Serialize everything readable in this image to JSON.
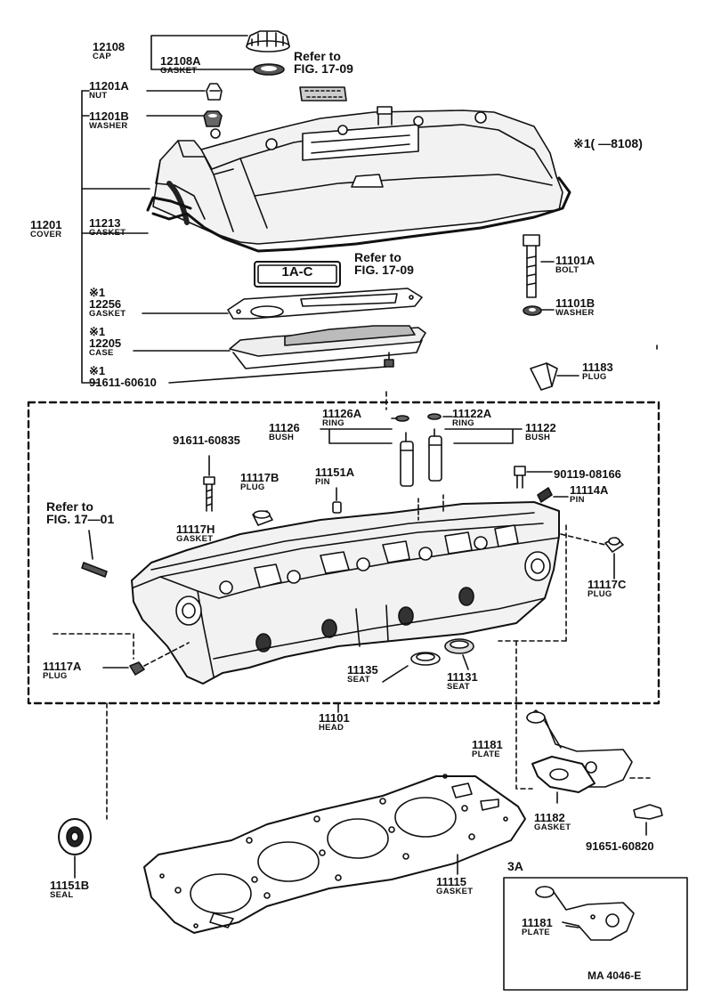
{
  "diagram": {
    "parts": {
      "p12108": {
        "num": "12108",
        "name": "CAP"
      },
      "p12108A": {
        "num": "12108A",
        "name": "GASKET"
      },
      "p11201A": {
        "num": "11201A",
        "name": "NUT"
      },
      "p11201B": {
        "num": "11201B",
        "name": "WASHER"
      },
      "p11201": {
        "num": "11201",
        "name": "COVER"
      },
      "p11213": {
        "num": "11213",
        "name": "GASKET"
      },
      "p12256": {
        "mark": "※1",
        "num": "12256",
        "name": "GASKET"
      },
      "p12205": {
        "mark": "※1",
        "num": "12205",
        "name": "CASE"
      },
      "p91611_60610": {
        "mark": "※1",
        "num": "91611-60610"
      },
      "p11101A": {
        "num": "11101A",
        "name": "BOLT"
      },
      "p11101B": {
        "num": "11101B",
        "name": "WASHER"
      },
      "p11183": {
        "num": "11183",
        "name": "PLUG"
      },
      "p11126": {
        "num": "11126",
        "name": "BUSH"
      },
      "p11126A": {
        "num": "11126A",
        "name": "RING"
      },
      "p11122A": {
        "num": "11122A",
        "name": "RING"
      },
      "p11122": {
        "num": "11122",
        "name": "BUSH"
      },
      "p91611_60835": {
        "num": "91611-60835"
      },
      "p11117B": {
        "num": "11117B",
        "name": "PLUG"
      },
      "p11151A": {
        "num": "11151A",
        "name": "PIN"
      },
      "p90119_08166": {
        "num": "90119-08166"
      },
      "p11114A": {
        "num": "11114A",
        "name": "PIN"
      },
      "p11117H": {
        "num": "11117H",
        "name": "GASKET"
      },
      "p11117C": {
        "num": "11117C",
        "name": "PLUG"
      },
      "p11117A": {
        "num": "11117A",
        "name": "PLUG"
      },
      "p11135": {
        "num": "11135",
        "name": "SEAT"
      },
      "p11131": {
        "num": "11131",
        "name": "SEAT"
      },
      "p11101": {
        "num": "11101",
        "name": "HEAD"
      },
      "p11181": {
        "num": "11181",
        "name": "PLATE"
      },
      "p11182": {
        "num": "11182",
        "name": "GASKET"
      },
      "p91651_60820": {
        "num": "91651-60820"
      },
      "p11151B": {
        "num": "11151B",
        "name": "SEAL"
      },
      "p11115": {
        "num": "11115",
        "name": "GASKET"
      },
      "p11181_3A": {
        "num": "11181",
        "name": "PLATE"
      }
    },
    "refs": {
      "ref1": {
        "line1": "Refer to",
        "line2": "FIG. 17-09"
      },
      "ref2": {
        "line1": "Refer to",
        "line2": "FIG. 17-09"
      },
      "ref3": {
        "line1": "Refer to",
        "line2": "FIG. 17—01"
      }
    },
    "nameplate": "1A-C",
    "condition": "※1(        —8108)",
    "inset_label": "3A",
    "catalog_code": "MA  4046-E"
  }
}
